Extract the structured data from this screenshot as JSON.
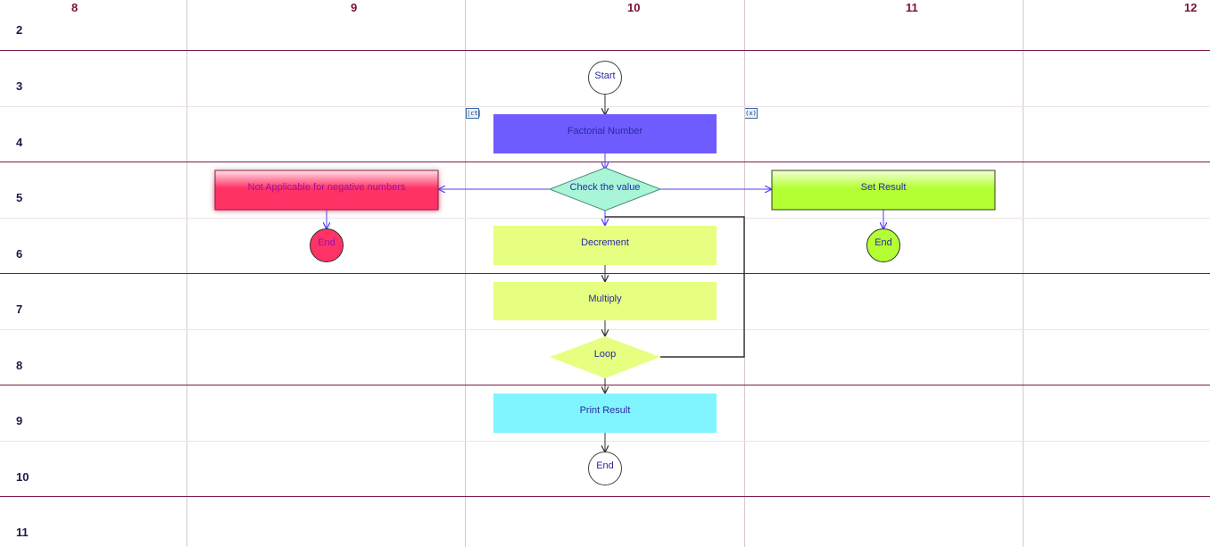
{
  "columns": [
    "8",
    "9",
    "10",
    "11",
    "12"
  ],
  "rows": [
    "2",
    "3",
    "4",
    "5",
    "6",
    "7",
    "8",
    "9",
    "10",
    "11"
  ],
  "markers": [
    "|ct|",
    "(x)"
  ],
  "nodes": {
    "start": "Start",
    "factorial": "Factorial Number",
    "check": "Check the value",
    "not_applicable": "Not Applicable for negative numbers",
    "end_left": "End",
    "set_result": "Set Result",
    "end_right": "End",
    "decrement": "Decrement",
    "multiply": "Multiply",
    "loop": "Loop",
    "print_result": "Print Result",
    "end_bottom": "End"
  },
  "colors": {
    "factorial": "#6e5cff",
    "check": "#a8f5d8",
    "not_applicable": "#ff3366",
    "end_left": "#ff3366",
    "set_result": "#b3ff33",
    "end_right": "#b3ff33",
    "decrement": "#e6ff80",
    "multiply": "#e6ff80",
    "loop": "#e6ff80",
    "print_result": "#80f5ff",
    "band_line": "#7a1a4a",
    "grid_line": "#d8c8d0",
    "arrow_blue": "#4b3cff",
    "arrow_dark": "#303030"
  }
}
